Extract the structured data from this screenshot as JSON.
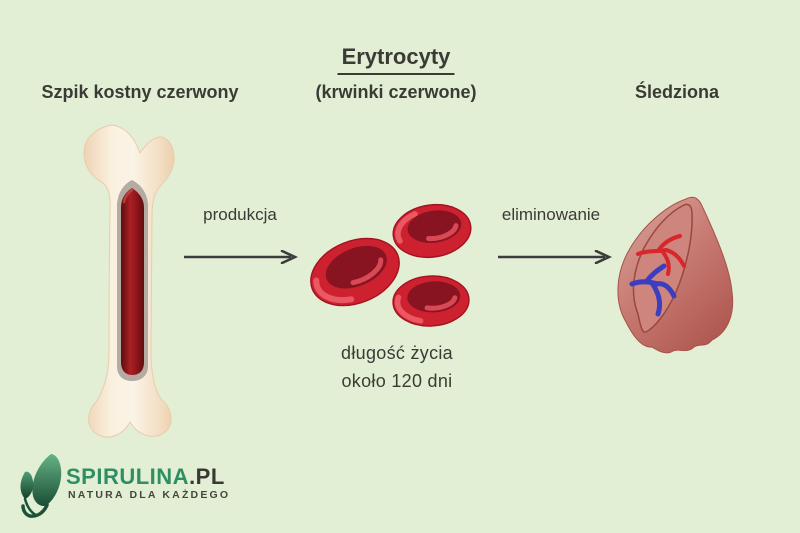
{
  "title": {
    "main": "Erytrocyty",
    "sub": "(krwinki czerwone)"
  },
  "headings": {
    "left": "Szpik kostny czerwony",
    "right": "Śledziona"
  },
  "process": {
    "production_label": "produkcja",
    "elimination_label": "eliminowanie",
    "lifespan_line1": "długość życia",
    "lifespan_line2": "około 120 dni"
  },
  "illustrations": {
    "bone": "long-bone-with-red-marrow",
    "cells": "three-red-blood-cells",
    "spleen": "spleen-with-artery-and-vein"
  },
  "logo": {
    "brand": "SPIRULINA",
    "suffix": ".PL",
    "tagline": "NATURA DLA KAŻDEGO"
  },
  "colors": {
    "background": "#e2efd5",
    "text": "#3b3b35",
    "arrow": "#3c3c3c",
    "rbc_red": "#cd2130",
    "rbc_dark": "#871420",
    "rbc_rim_highlight": "#ea5863",
    "rbc_inner_highlight": "#d94955",
    "marrow_sleeve_gray": "#b4aba3",
    "artery_red": "#d8262c",
    "vein_blue": "#3c3ec1",
    "logo_green": "#2f8f63"
  }
}
